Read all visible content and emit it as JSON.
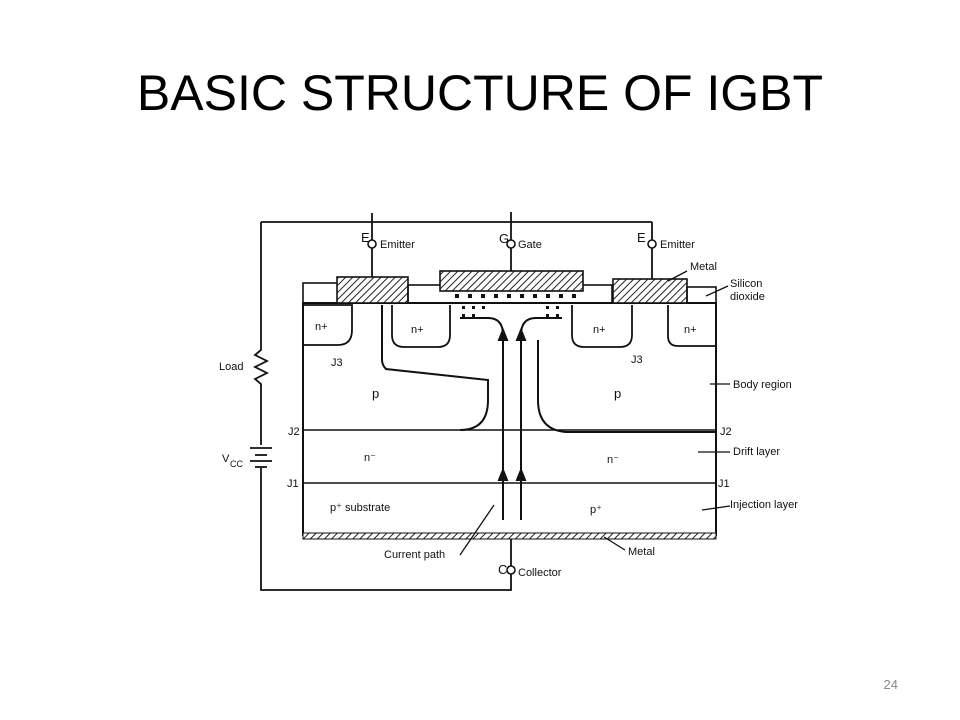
{
  "slide": {
    "title": "BASIC STRUCTURE OF IGBT",
    "page_number": "24"
  },
  "diagram": {
    "terminals": {
      "emitter_left_letter": "E",
      "emitter_left": "Emitter",
      "gate_letter": "G",
      "gate": "Gate",
      "emitter_right_letter": "E",
      "emitter_right": "Emitter",
      "collector_letter": "C",
      "collector": "Collector"
    },
    "external": {
      "load": "Load",
      "vcc": "V",
      "vcc_sub": "CC"
    },
    "regions": {
      "n_plus_left": "n+",
      "n_plus_center_left": "n+",
      "n_plus_center_right": "n+",
      "n_plus_right": "n+",
      "p_left": "p",
      "p_right": "p",
      "n_minus_left": "n⁻",
      "n_minus_right": "n⁻",
      "p_plus_substrate": "p⁺ substrate",
      "p_plus_right": "p⁺"
    },
    "junctions": {
      "j3_left": "J3",
      "j3_right": "J3",
      "j2_left": "J2",
      "j2_right": "J2",
      "j1_left": "J1",
      "j1_right": "J1"
    },
    "annotations": {
      "metal_top": "Metal",
      "silicon_dioxide": "Silicon\ndioxide",
      "body_region": "Body region",
      "drift_layer": "Drift layer",
      "injection_layer": "Injection layer",
      "current_path": "Current path",
      "metal_bottom": "Metal"
    }
  }
}
